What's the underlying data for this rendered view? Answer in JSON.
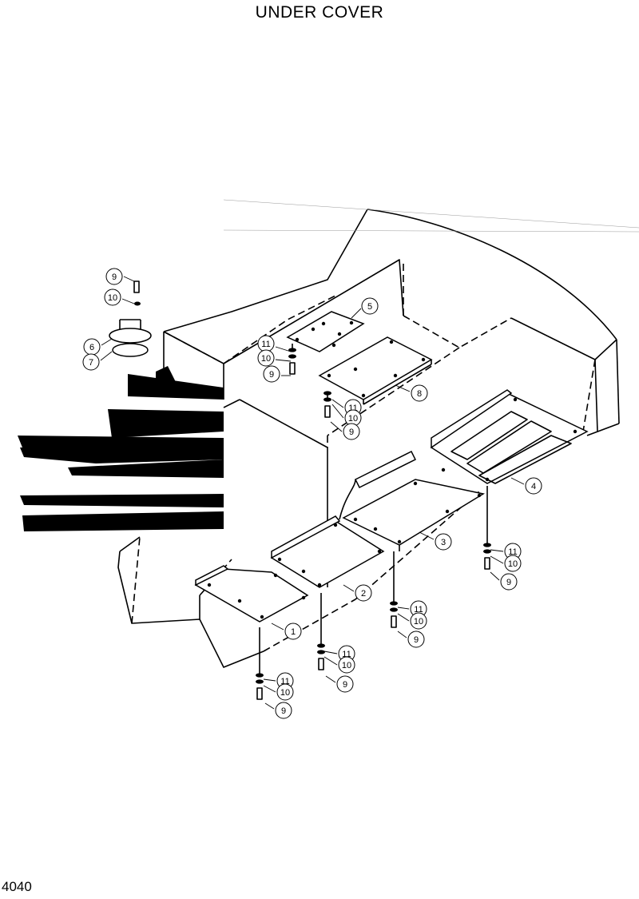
{
  "title": "UNDER COVER",
  "page_number": "4040",
  "callouts": [
    {
      "id": "c-9-top",
      "label": "9"
    },
    {
      "id": "c-10-top",
      "label": "10"
    },
    {
      "id": "c-6",
      "label": "6"
    },
    {
      "id": "c-7",
      "label": "7"
    },
    {
      "id": "c-5",
      "label": "5"
    },
    {
      "id": "c-11-a",
      "label": "11"
    },
    {
      "id": "c-10-a",
      "label": "10"
    },
    {
      "id": "c-9-a",
      "label": "9"
    },
    {
      "id": "c-8",
      "label": "8"
    },
    {
      "id": "c-11-b",
      "label": "11"
    },
    {
      "id": "c-10-b",
      "label": "10"
    },
    {
      "id": "c-9-b",
      "label": "9"
    },
    {
      "id": "c-4",
      "label": "4"
    },
    {
      "id": "c-3",
      "label": "3"
    },
    {
      "id": "c-2",
      "label": "2"
    },
    {
      "id": "c-1",
      "label": "1"
    },
    {
      "id": "c-11-c",
      "label": "11"
    },
    {
      "id": "c-10-c",
      "label": "10"
    },
    {
      "id": "c-9-c",
      "label": "9"
    },
    {
      "id": "c-11-d",
      "label": "11"
    },
    {
      "id": "c-10-d",
      "label": "10"
    },
    {
      "id": "c-9-d",
      "label": "9"
    },
    {
      "id": "c-11-e",
      "label": "11"
    },
    {
      "id": "c-10-e",
      "label": "10"
    },
    {
      "id": "c-9-e",
      "label": "9"
    },
    {
      "id": "c-11-f",
      "label": "11"
    },
    {
      "id": "c-10-f",
      "label": "10"
    },
    {
      "id": "c-9-f",
      "label": "9"
    }
  ]
}
